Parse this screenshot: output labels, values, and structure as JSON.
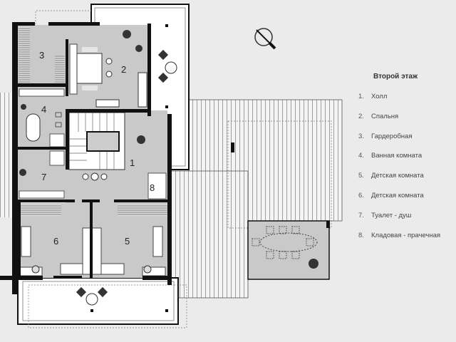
{
  "legend": {
    "title": "Второй этаж",
    "items": [
      {
        "num": "1.",
        "label": "Холл"
      },
      {
        "num": "2.",
        "label": "Спальня"
      },
      {
        "num": "3.",
        "label": "Гардеробная"
      },
      {
        "num": "4.",
        "label": "Ванная комната"
      },
      {
        "num": "5.",
        "label": "Детская комната"
      },
      {
        "num": "6.",
        "label": "Детская комната"
      },
      {
        "num": "7.",
        "label": "Туалет - душ"
      },
      {
        "num": "8.",
        "label": "Кладовая - прачечная"
      }
    ]
  },
  "rooms": {
    "r1": "1",
    "r2": "2",
    "r3": "3",
    "r4": "4",
    "r5": "5",
    "r6": "6",
    "r7": "7",
    "r8": "8"
  },
  "colors": {
    "room": "#c9c9c9",
    "wall": "#111111",
    "background": "#ebebeb",
    "balcony": "#ffffff"
  },
  "icons": [
    "compass-icon",
    "plant-icon",
    "bed-icon",
    "bathtub-icon",
    "desk-icon",
    "dining-table-icon",
    "staircase-icon"
  ]
}
